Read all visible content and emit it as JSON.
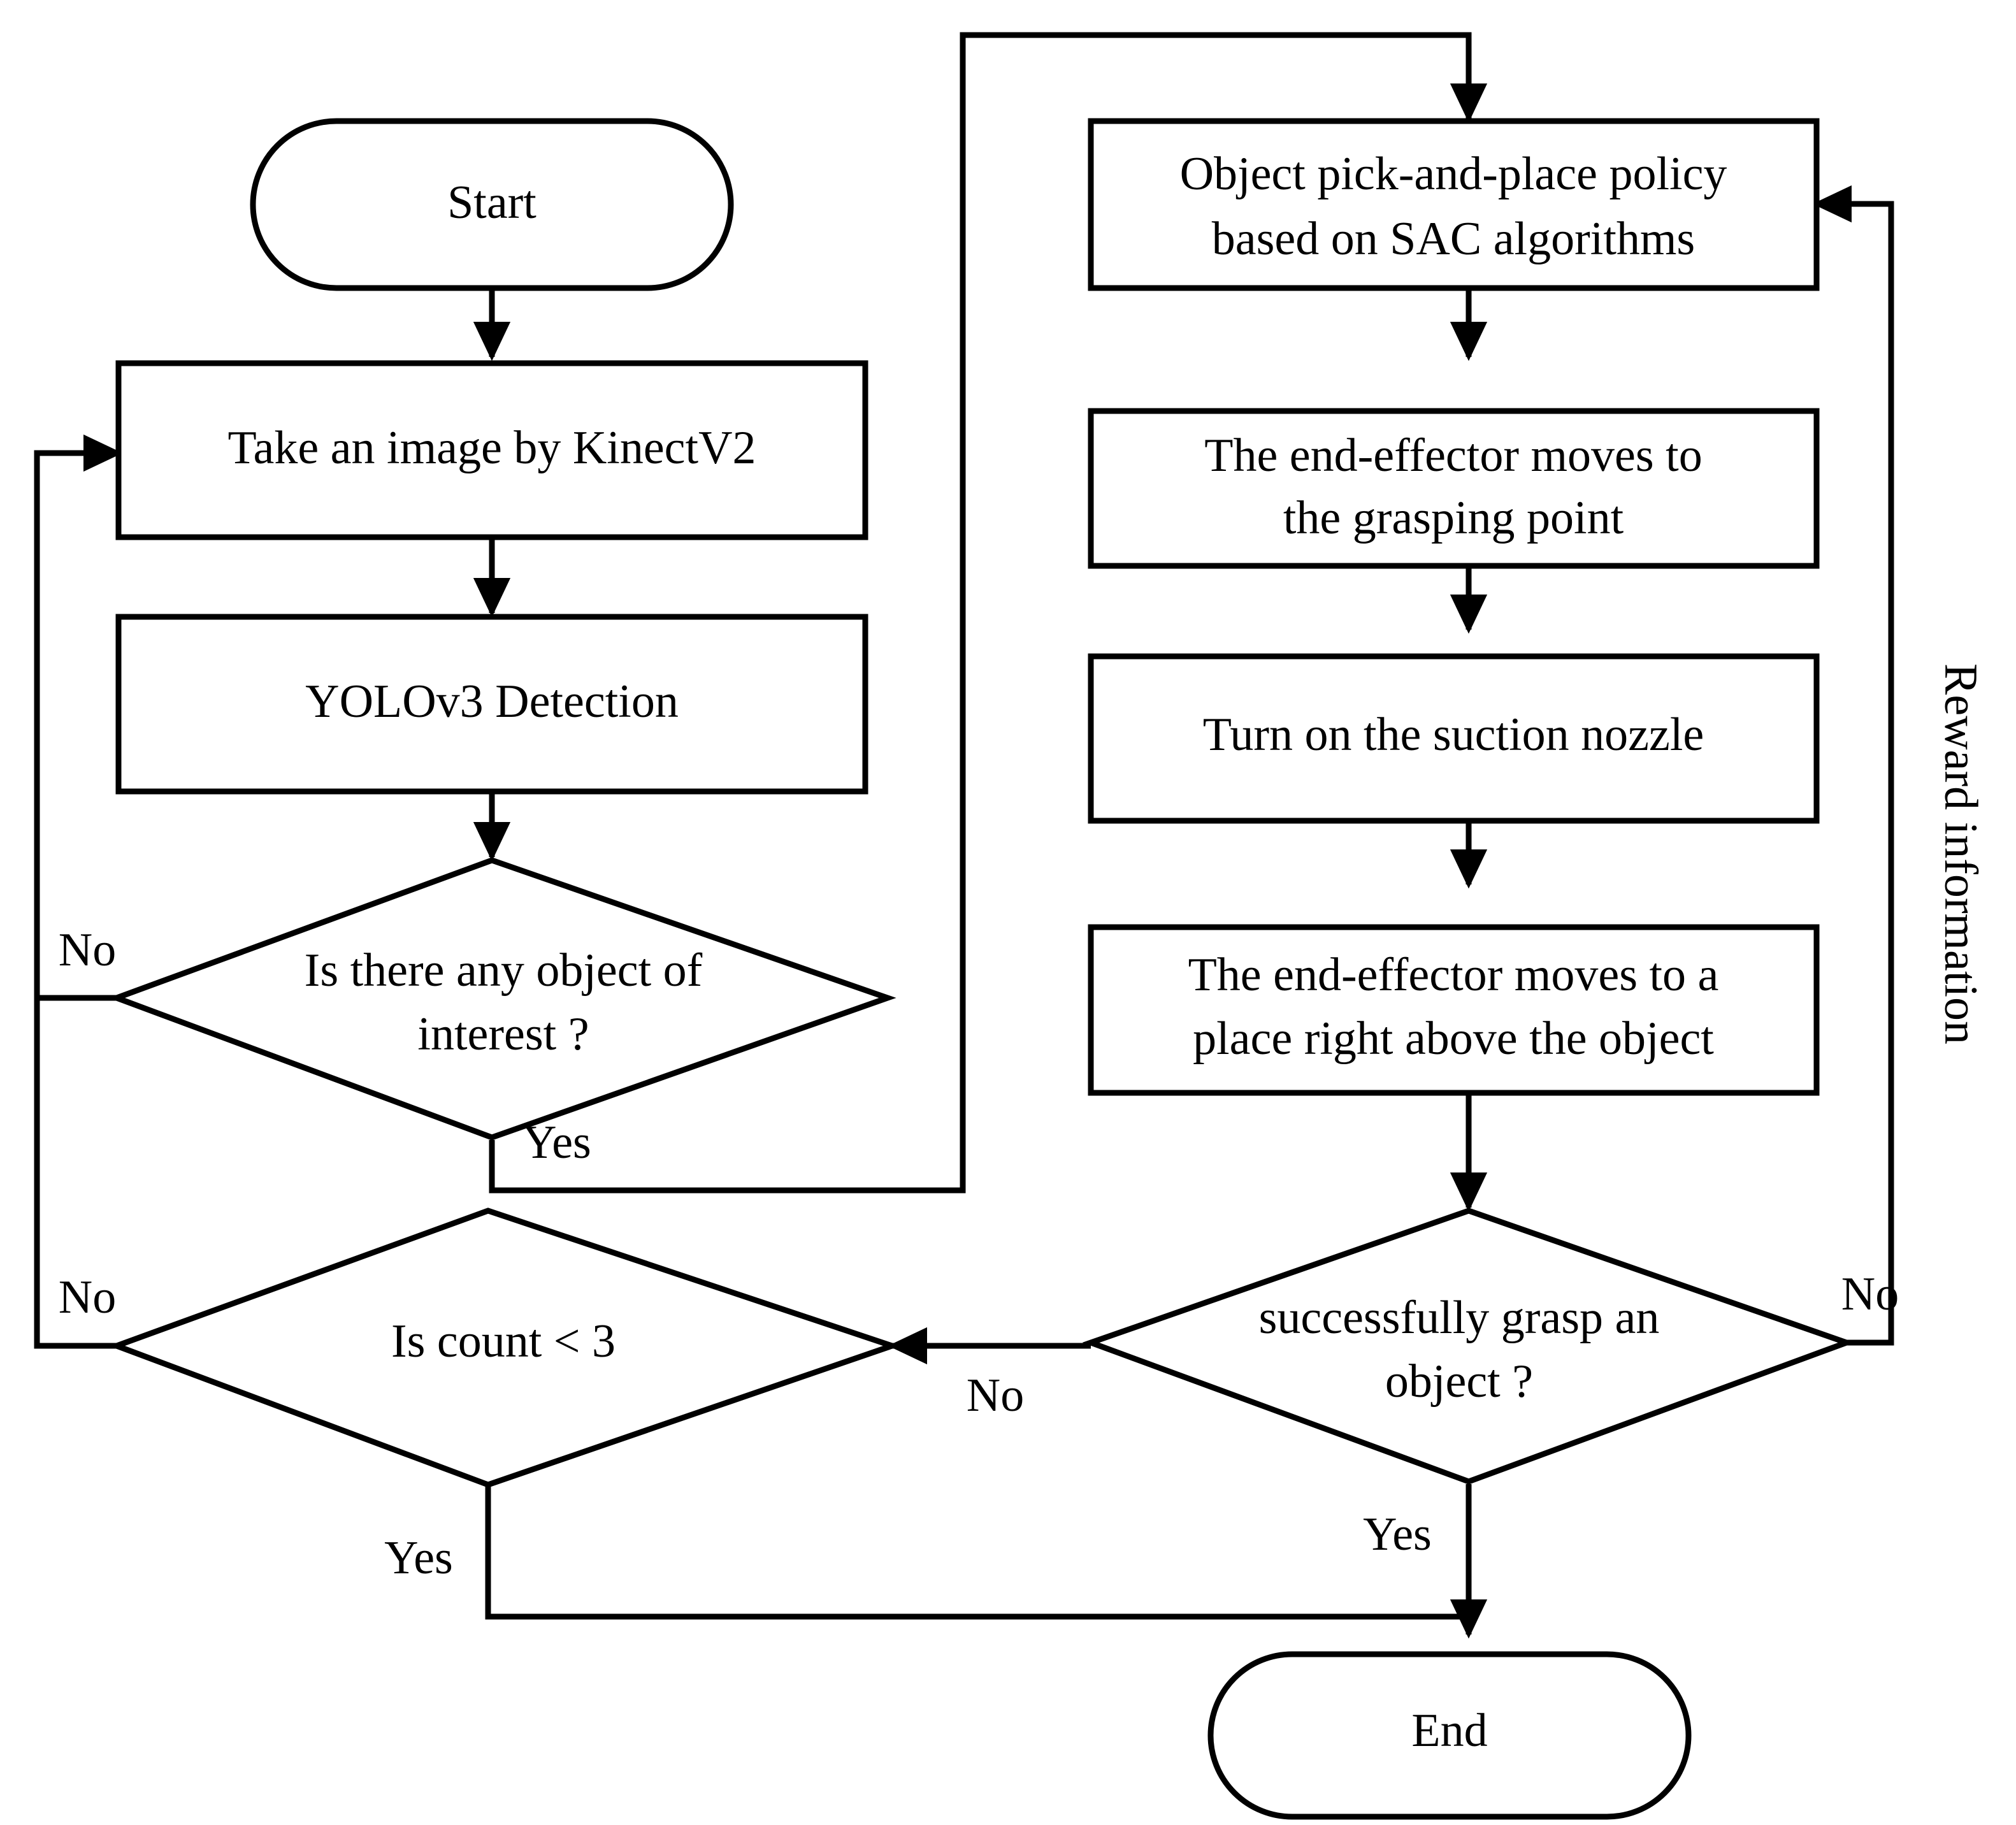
{
  "diagram": {
    "title": "Object pick-and-place flowchart",
    "colors": {
      "stroke": "#000000",
      "fill": "#ffffff",
      "text": "#000000"
    },
    "nodes": {
      "start": {
        "label": "Start",
        "shape": "terminator"
      },
      "take_image": {
        "label": "Take an image  by KinectV2",
        "shape": "process"
      },
      "yolo": {
        "label": "YOLOv3  Detection",
        "shape": "process"
      },
      "object_of_interest": {
        "line1": "Is there any object of",
        "line2": "interest ?",
        "shape": "decision"
      },
      "is_count": {
        "label": "Is count < 3",
        "shape": "decision"
      },
      "policy": {
        "line1": "Object pick-and-place policy",
        "line2": "based on SAC algorithms",
        "shape": "process"
      },
      "move_grasp": {
        "line1": "The end-effector moves to",
        "line2": "the grasping  point",
        "shape": "process"
      },
      "suction": {
        "label": "Turn on the suction nozzle",
        "shape": "process"
      },
      "move_above": {
        "line1": "The end-effector moves to a",
        "line2": "place right above the object",
        "shape": "process"
      },
      "grasp_check": {
        "line1": "successfully grasp an",
        "line2": "object ?",
        "shape": "decision"
      },
      "end": {
        "label": "End",
        "shape": "terminator"
      }
    },
    "edge_labels": {
      "ooi_no": "No",
      "ooi_yes": "Yes",
      "count_no": "No",
      "count_yes": "Yes",
      "grasp_no_left": "No",
      "grasp_no_right": "No",
      "grasp_yes": "Yes",
      "reward": "Reward information"
    }
  }
}
